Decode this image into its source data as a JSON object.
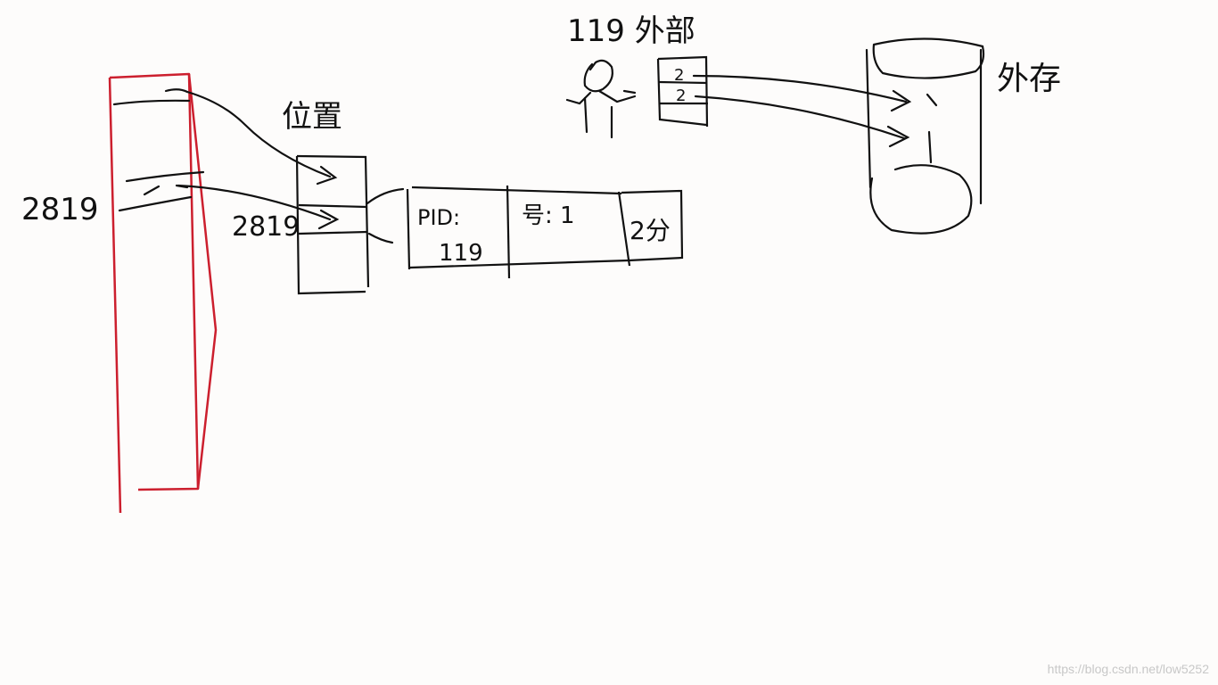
{
  "labels": {
    "left_memory_address": "2819",
    "page_table_title": "位置",
    "page_table_entry_address": "2819",
    "pcb_pid": "PID:",
    "pcb_pid_value": "119",
    "pcb_field_number": "号: 1",
    "pcb_status": "2分",
    "process_title": "119 外部",
    "process_entry_value": "2",
    "disk_label": "外存"
  },
  "colors": {
    "memory_outline": "#cc1f2e",
    "ink": "#111111",
    "background": "#fdfcfb",
    "watermark": "#c8c8c8"
  },
  "watermark": "https://blog.csdn.net/low5252"
}
